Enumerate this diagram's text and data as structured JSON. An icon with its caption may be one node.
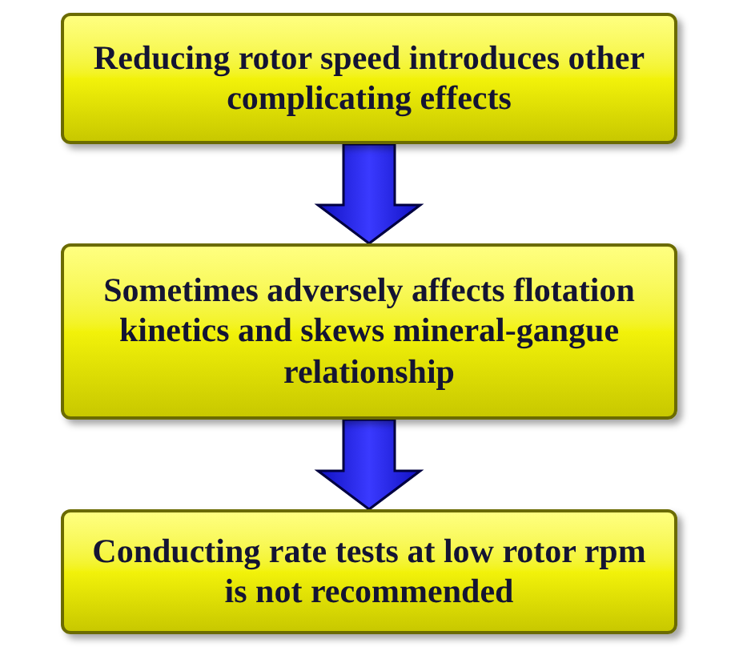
{
  "diagram": {
    "nodes": [
      {
        "text": [
          "Reducing rotor speed  introduces other complicating effects"
        ]
      },
      {
        "text": [
          "Sometimes adversely affects flotation kinetics and skews mineral-gangue relationship"
        ]
      },
      {
        "text": [
          "Conducting rate tests at low rotor rpm is not recommended"
        ]
      }
    ],
    "edges": [
      {
        "from": 0,
        "to": 1,
        "arrow": "to"
      },
      {
        "from": 1,
        "to": 2,
        "arrow": "to"
      }
    ]
  }
}
